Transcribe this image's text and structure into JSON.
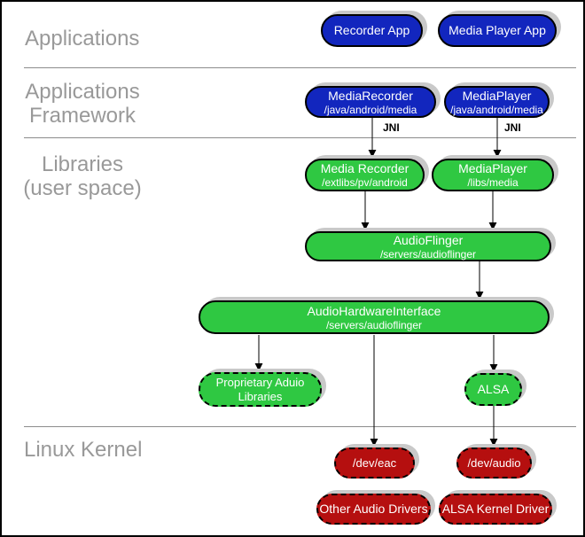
{
  "colors": {
    "blue": "#1226be",
    "green": "#2fc842",
    "red": "#b50f0f",
    "shadow_gray": "#c9c9c9",
    "label_gray": "#999999",
    "divider_gray": "#8c8c8c"
  },
  "regions": {
    "applications": {
      "line1": "Applications"
    },
    "applications_framework": {
      "line1": "Applications",
      "line2": "Framework"
    },
    "libraries": {
      "line1": "Libraries",
      "line2": "(user space)"
    },
    "linux_kernel": {
      "line1": "Linux Kernel"
    }
  },
  "labels": {
    "jni": "JNI"
  },
  "boxes": {
    "recorder_app": {
      "title": "Recorder App"
    },
    "media_player_app": {
      "title": "Media Player App"
    },
    "media_recorder_framework": {
      "title": "MediaRecorder",
      "subtitle": "/java/android/media"
    },
    "media_player_framework": {
      "title": "MediaPlayer",
      "subtitle": "/java/android/media"
    },
    "media_recorder_lib": {
      "title": "Media Recorder",
      "subtitle": "/extlibs/pv/android"
    },
    "media_player_lib": {
      "title": "MediaPlayer",
      "subtitle": "/libs/media"
    },
    "audioflinger": {
      "title": "AudioFlinger",
      "subtitle": "/servers/audioflinger"
    },
    "audio_hardware_interface": {
      "title": "AudioHardwareInterface",
      "subtitle": "/servers/audioflinger"
    },
    "proprietary_audio_libraries": {
      "line1": "Proprietary Aduio",
      "line2": "Libraries"
    },
    "alsa": {
      "title": "ALSA"
    },
    "dev_eac": {
      "title": "/dev/eac"
    },
    "dev_audio": {
      "title": "/dev/audio"
    },
    "other_audio_drivers": {
      "title": "Other Audio Drivers"
    },
    "alsa_kernel_driver": {
      "title": "ALSA Kernel Driver"
    }
  }
}
